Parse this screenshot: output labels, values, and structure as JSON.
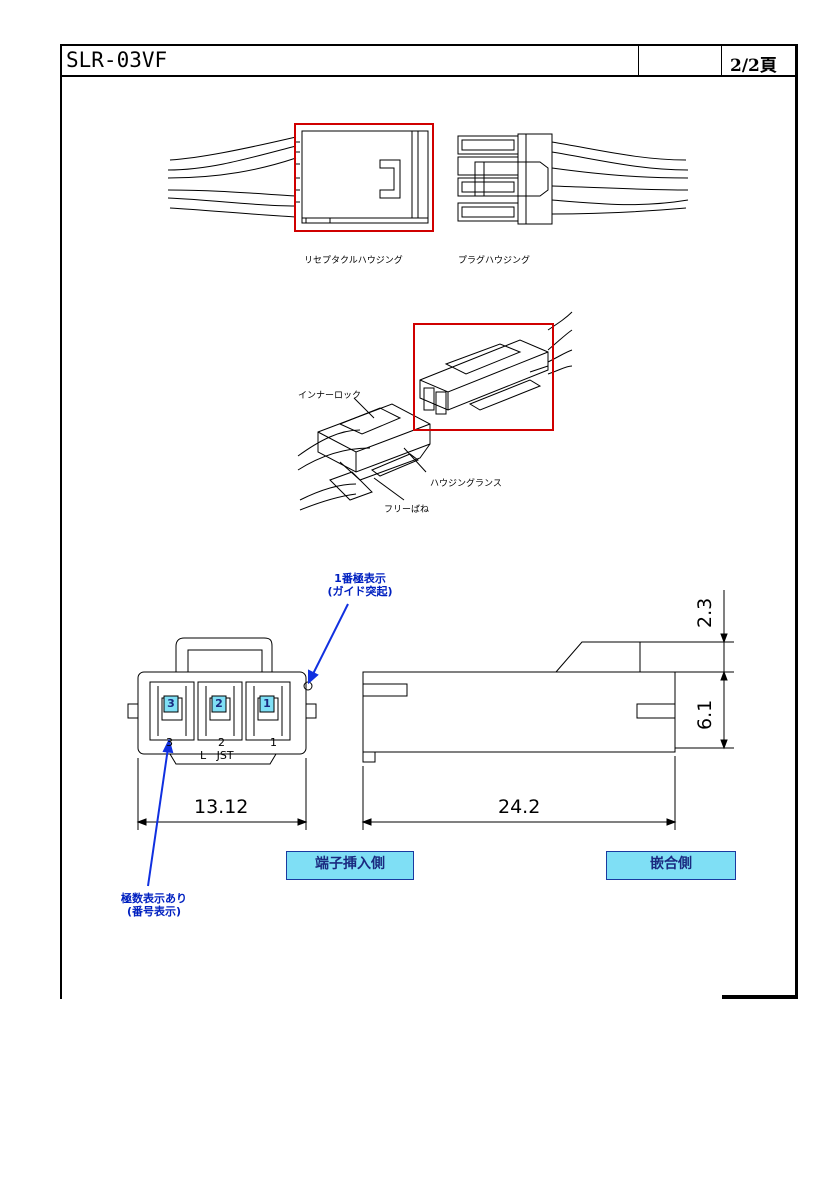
{
  "header": {
    "part_number": "SLR-03VF",
    "page": "2/2頁"
  },
  "top_view": {
    "receptacle_label": "リセプタクルハウジング",
    "plug_label": "プラグハウジング"
  },
  "iso_view": {
    "inner_lock": "インナーロック",
    "housing_lance": "ハウジングランス",
    "free_spring": "フリーばね"
  },
  "front_view": {
    "note_pin1_line1": "1番極表示",
    "note_pin1_line2": "(ガイド突起)",
    "note_polarity_line1": "極数表示あり",
    "note_polarity_line2": "(番号表示)",
    "cavity_labels": [
      "3",
      "2",
      "1"
    ],
    "pin_numbers": [
      "3",
      "2",
      "1"
    ],
    "marking": "L   JST",
    "width_dim": "13.12",
    "button_label": "端子挿入側"
  },
  "side_view": {
    "length_dim": "24.2",
    "latch_dim": "2.3",
    "height_dim": "6.1",
    "button_label": "嵌合側"
  },
  "colors": {
    "highlight": "#d00000",
    "accent_blue": "#0020c0",
    "button_fill": "#7fdff5"
  }
}
